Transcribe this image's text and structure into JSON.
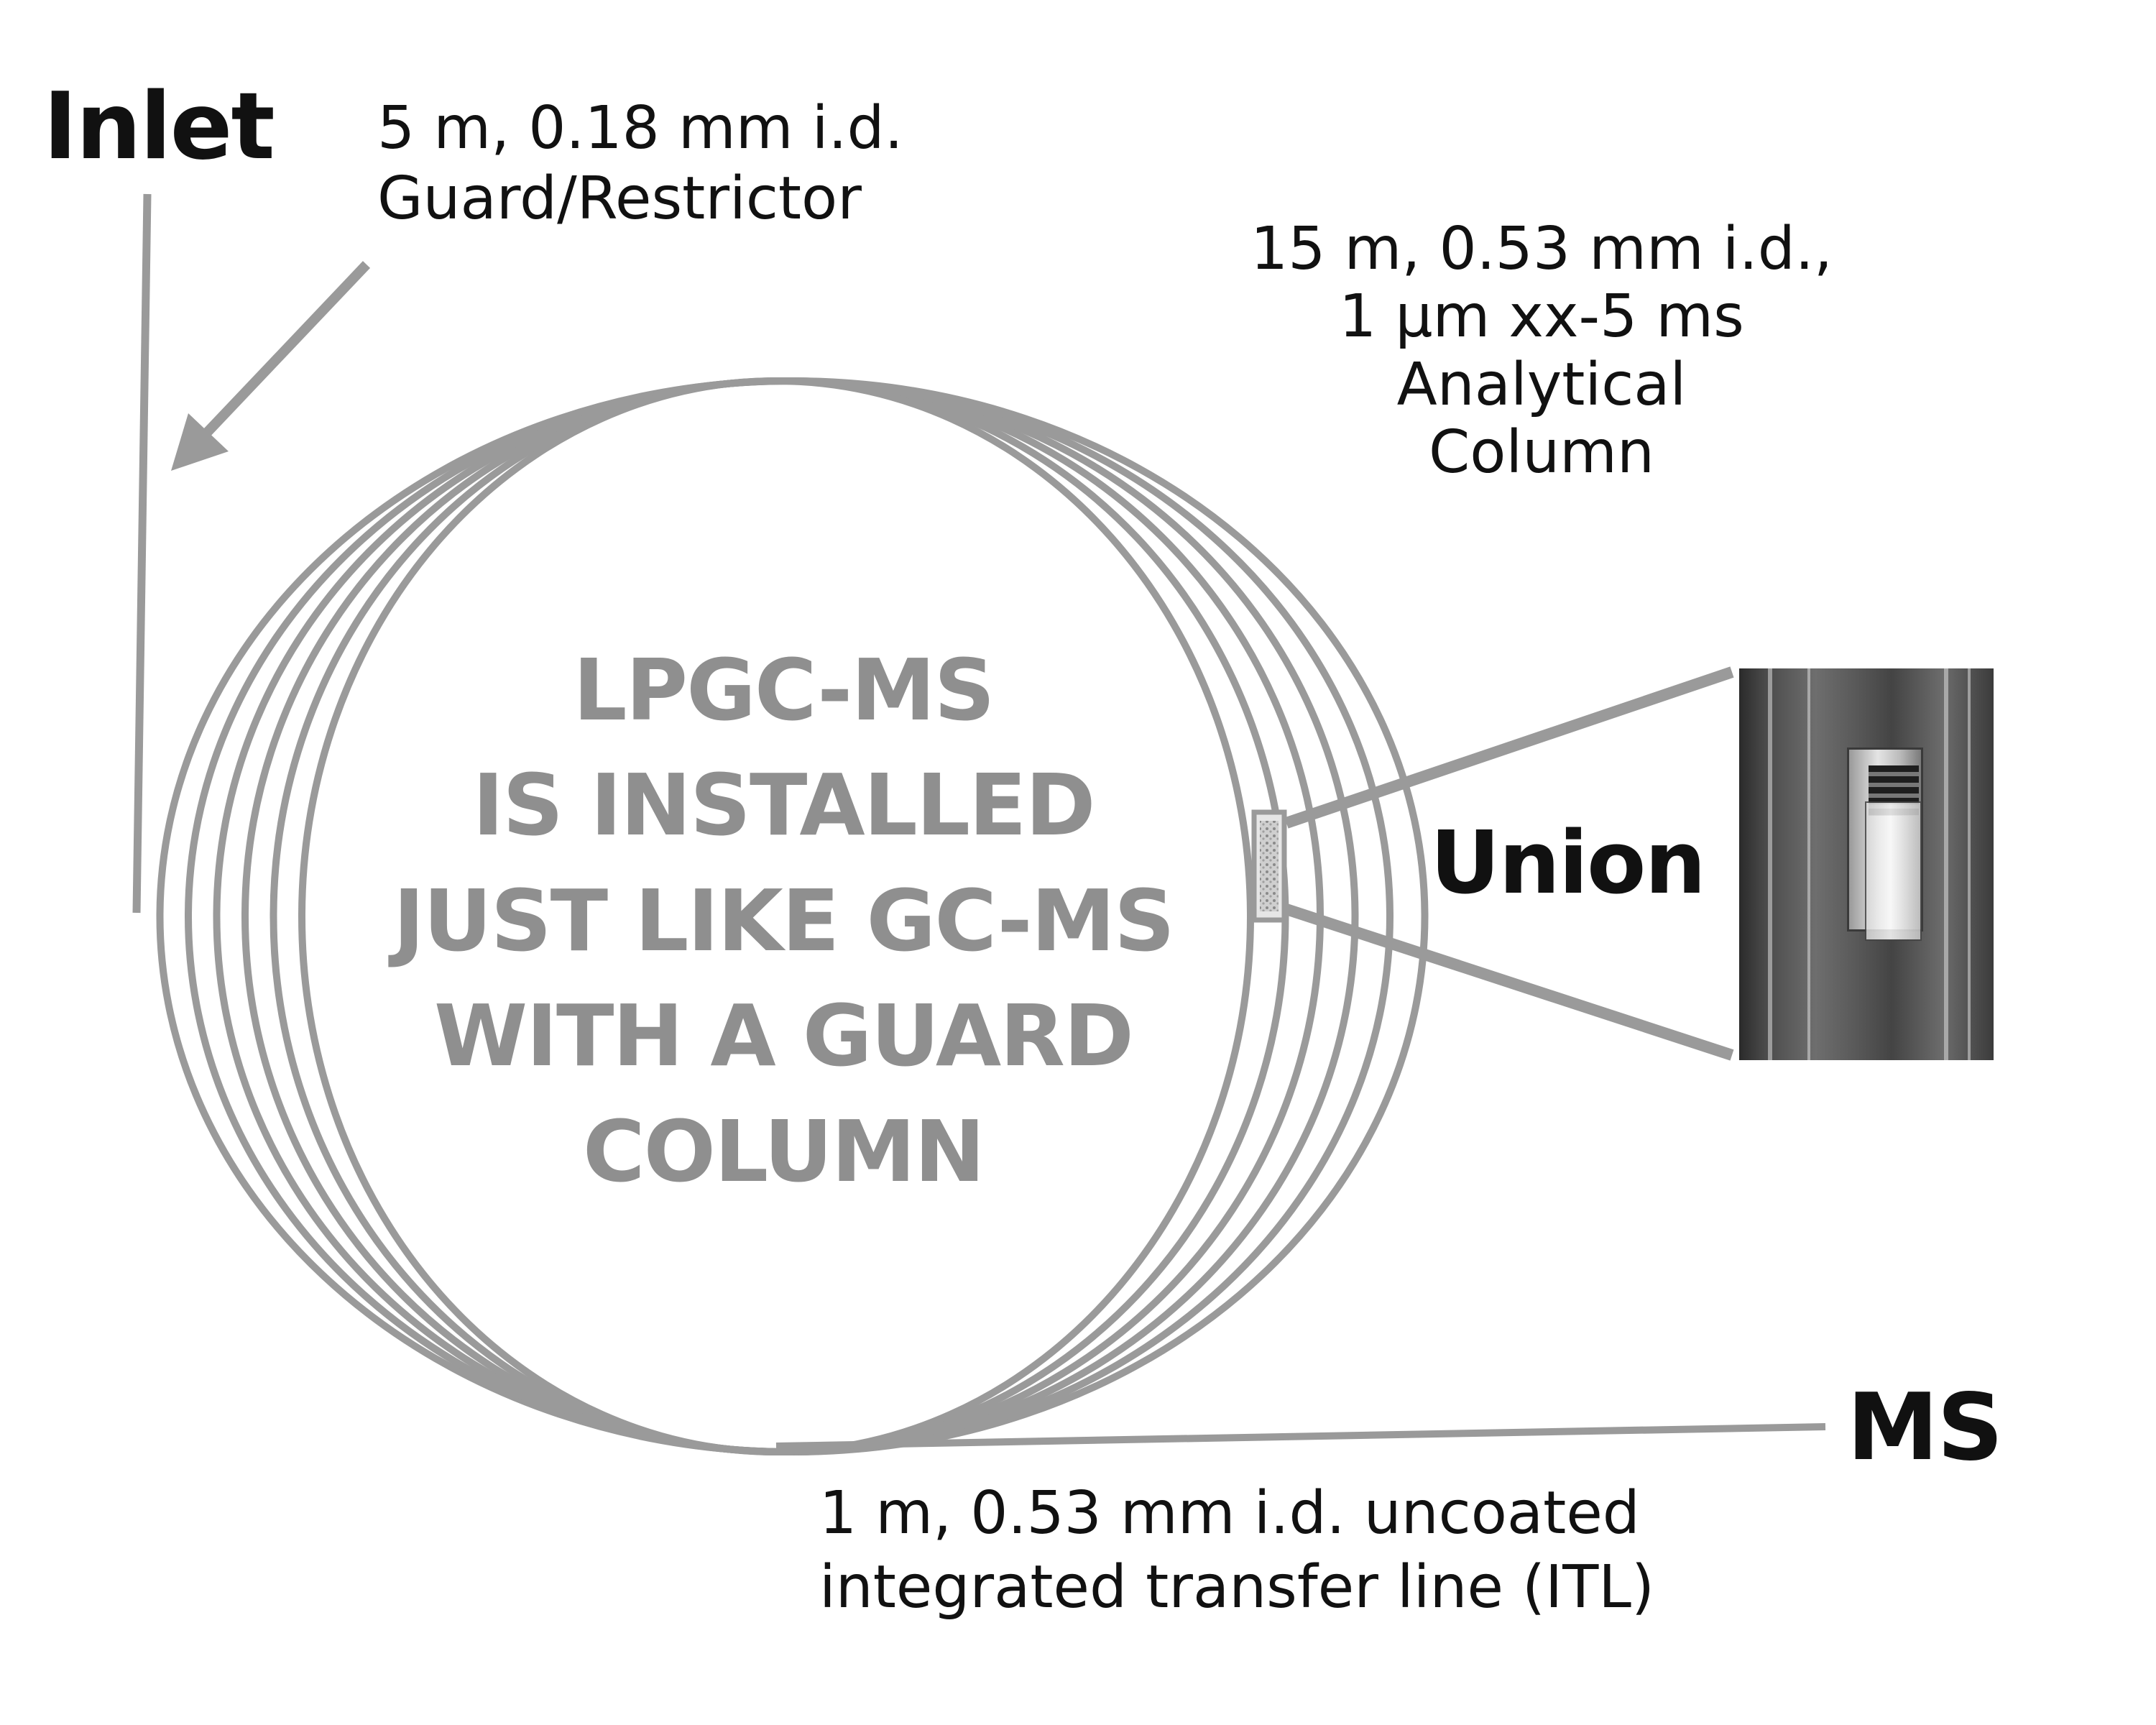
{
  "inlet": {
    "label": "Inlet"
  },
  "guard": {
    "line1": "5 m, 0.18 mm i.d.",
    "line2": "Guard/Restrictor"
  },
  "analytical": {
    "line1": "15 m, 0.53 mm i.d.,",
    "line2": "1 µm xx-5 ms",
    "line3": "Analytical",
    "line4": "Column"
  },
  "center": {
    "line1": "LPGC-MS",
    "line2": "IS INSTALLED",
    "line3": "JUST LIKE GC-MS",
    "line4": "WITH A GUARD",
    "line5": "COLUMN"
  },
  "union": {
    "label": "Union"
  },
  "ms": {
    "label": "MS"
  },
  "transfer": {
    "line1": "1 m, 0.53 mm i.d. uncoated",
    "line2": "integrated transfer line (ITL)"
  },
  "colors": {
    "coil": "#9a9a9a",
    "text": "#111111",
    "center_text": "#8f8f8f"
  },
  "coil_loops": 6
}
